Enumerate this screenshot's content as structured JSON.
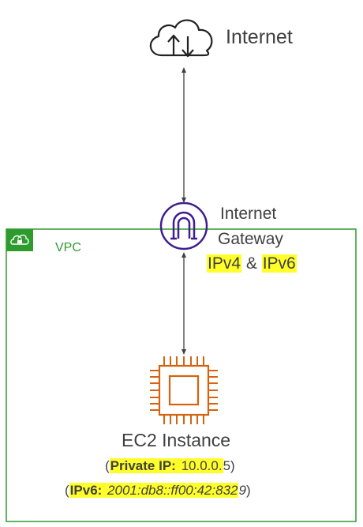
{
  "internet": {
    "label": "Internet",
    "icon": "cloud-upload-download-icon"
  },
  "gateway": {
    "line1": "Internet",
    "line2": "Gateway",
    "proto_a": "IPv4",
    "proto_sep": " & ",
    "proto_b": "IPv6",
    "icon": "internet-gateway-icon",
    "color": "#3f1f8f"
  },
  "vpc": {
    "label": "VPC",
    "icon": "vpc-cloud-lock-icon",
    "color": "#2e9b2e"
  },
  "ec2": {
    "label": "EC2 Instance",
    "icon": "ec2-chip-icon",
    "color": "#d4640f",
    "private_open": "(",
    "private_key": "Private IP",
    "private_colon": ": ",
    "private_value_hl": "10.0.0.",
    "private_value_rest": "5",
    "private_close": ")",
    "ipv6_open": "(",
    "ipv6_key": "IPv6",
    "ipv6_colon": ": ",
    "ipv6_value_hl": "2001:db8::ff00:42:832",
    "ipv6_value_rest": "9",
    "ipv6_close": ")"
  },
  "highlight_color": "#ffff2a"
}
